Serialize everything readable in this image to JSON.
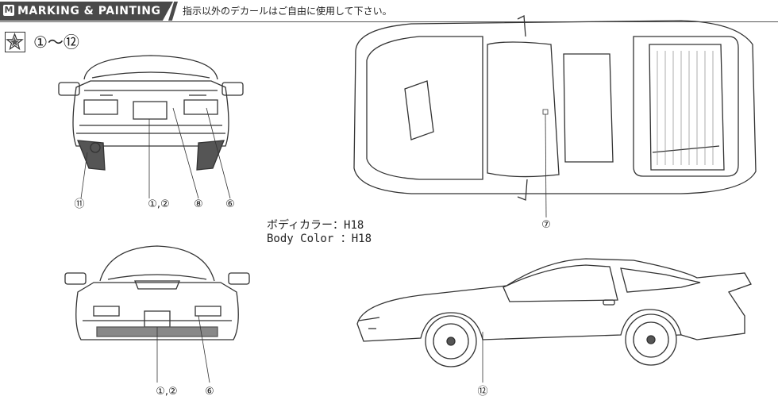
{
  "header": {
    "logo_glyph": "M",
    "title": "MARKING & PAINTING",
    "note": "指示以外のデカールはご自由に使用して下さい。"
  },
  "decal_range": "①〜⑫",
  "icons": {
    "star": "star-icon",
    "logo": "brand-logo-icon"
  },
  "body_color": {
    "jp": "ボディカラー：H18",
    "en": "Body Color ：H18"
  },
  "views": {
    "rear": {
      "callouts": [
        "⑪",
        "①,②",
        "⑧",
        "⑥"
      ]
    },
    "front": {
      "callouts": [
        "①,②",
        "⑥"
      ]
    },
    "top": {
      "callouts": [
        "⑦"
      ]
    },
    "side": {
      "callouts": [
        "⑫"
      ]
    }
  },
  "colors": {
    "header_bg": "#4a4a4a",
    "line": "#333333",
    "shade": "#555555"
  }
}
